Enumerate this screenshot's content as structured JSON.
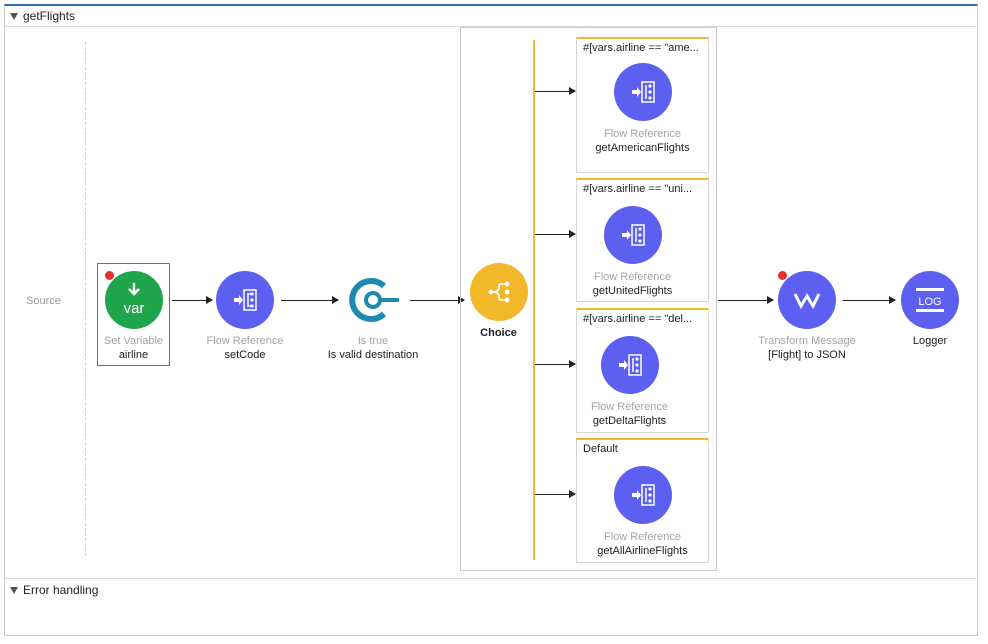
{
  "flow": {
    "name": "getFlights",
    "source_label": "Source",
    "error_handling_label": "Error handling"
  },
  "nodes": {
    "set_variable": {
      "type": "Set Variable",
      "name": "airline",
      "icon": "var",
      "breakpoint": true
    },
    "flow_ref_setcode": {
      "type": "Flow Reference",
      "name": "setCode"
    },
    "is_true": {
      "type": "Is true",
      "name": "Is valid destination"
    },
    "choice": {
      "name": "Choice"
    },
    "transform": {
      "type": "Transform Message",
      "name": "[Flight] to JSON",
      "breakpoint": true
    },
    "logger": {
      "name": "Logger",
      "icon": "LOG"
    }
  },
  "routes": [
    {
      "condition": "#[vars.airline == \"ame...",
      "type": "Flow Reference",
      "name": "getAmericanFlights"
    },
    {
      "condition": "#[vars.airline == \"uni...",
      "type": "Flow Reference",
      "name": "getUnitedFlights"
    },
    {
      "condition": "#[vars.airline == \"del...",
      "type": "Flow Reference",
      "name": "getDeltaFlights"
    },
    {
      "condition": "Default",
      "type": "Flow Reference",
      "name": "getAllAirlineFlights"
    }
  ],
  "colors": {
    "flow_ref": "#5c5ff0",
    "set_variable": "#1fa64c",
    "choice": "#f2b829",
    "is_true": "#1f8ab0",
    "breakpoint": "#e0332d",
    "header_accent": "#2a6fb8"
  }
}
